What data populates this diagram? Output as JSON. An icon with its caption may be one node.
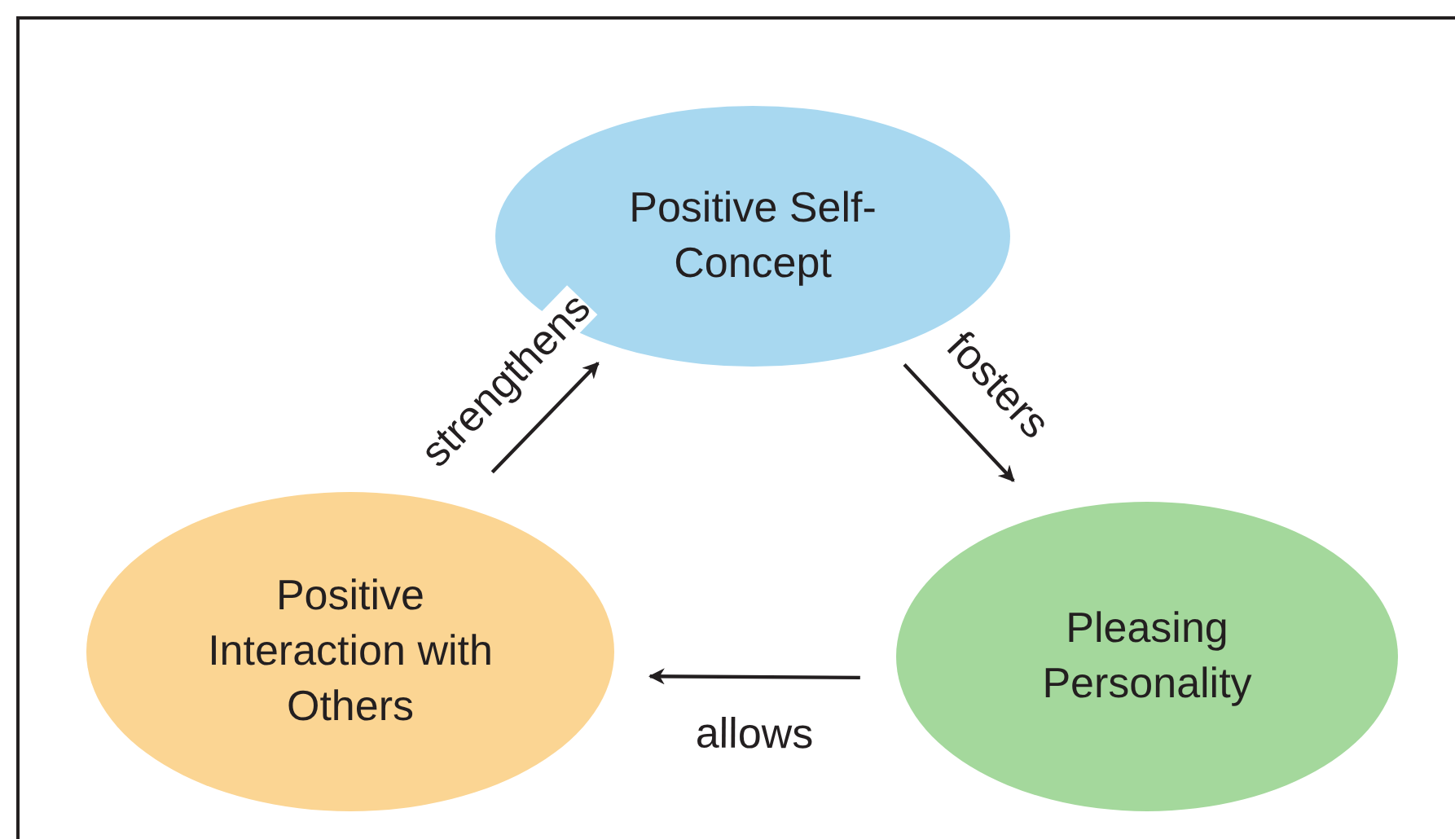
{
  "diagram": {
    "nodes": [
      {
        "text": [
          "Positive Self-Concept"
        ]
      },
      {
        "text": [
          "Pleasing Personality"
        ]
      },
      {
        "text": [
          "Positive Interaction with Others"
        ]
      }
    ],
    "edges": [
      {
        "from": 0,
        "to": 1,
        "arrow": "to",
        "label": "fosters"
      },
      {
        "from": 1,
        "to": 2,
        "arrow": "to",
        "label": "allows"
      },
      {
        "from": 2,
        "to": 0,
        "arrow": "to",
        "label": "strengthens"
      }
    ]
  }
}
